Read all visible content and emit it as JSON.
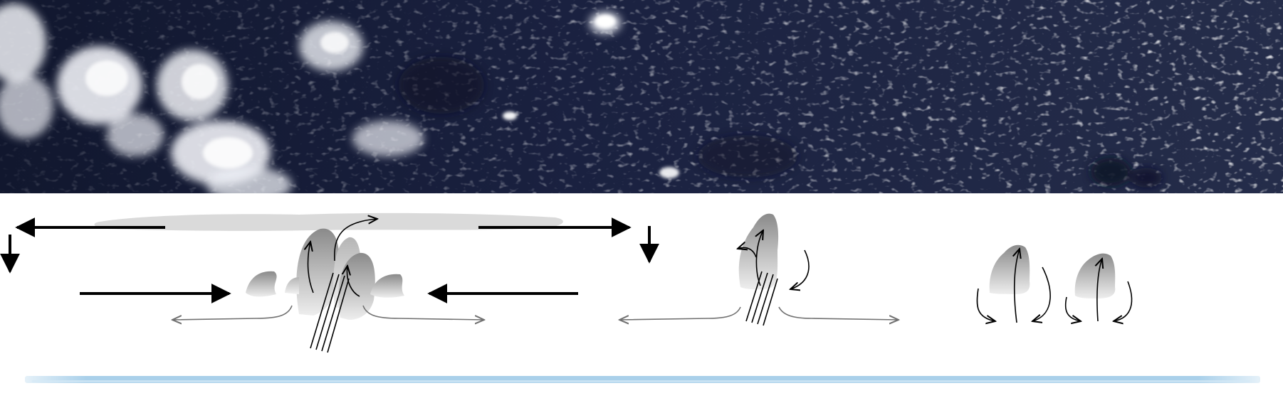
{
  "figure": {
    "has_text_labels": false,
    "top_panel": "satellite-image-of-ocean-clouds",
    "bottom_panel": "schematic-of-cumulus-convection-regimes",
    "stages": [
      "deep-organized-convection",
      "single-cumulus-tower",
      "shallow-cumulus-pair"
    ]
  },
  "colors": {
    "ocean_dark": "#141a33",
    "ocean_mid": "#28304f",
    "cloud_white": "#f2f3f6",
    "anvil_gray": "#d9d9d9",
    "cloud_gray_dark": "#8e8e8e",
    "cloud_gray_light": "#ededed",
    "sea_surface_blue": "#a9d0ea",
    "flow_arrow": "#000000",
    "outflow_arrow": "#707070"
  }
}
